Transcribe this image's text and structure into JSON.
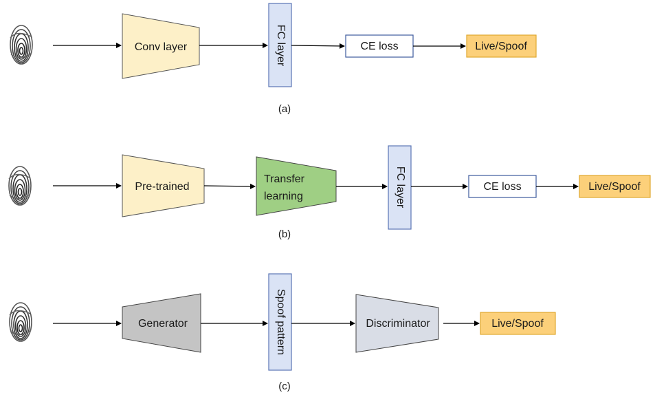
{
  "panels": [
    {
      "caption": "(a)",
      "trapezoid": {
        "label": "Conv layer",
        "fill": "#fdf0c8"
      },
      "fc_layer": "FC layer",
      "loss": "CE loss",
      "output": "Live/Spoof"
    },
    {
      "caption": "(b)",
      "trapezoid1": {
        "label": "Pre-trained",
        "fill": "#fdf0c8"
      },
      "trapezoid2": {
        "label_line1": "Transfer",
        "label_line2": "learning",
        "fill": "#9fcf84"
      },
      "fc_layer": "FC layer",
      "loss": "CE loss",
      "output": "Live/Spoof"
    },
    {
      "caption": "(c)",
      "generator": {
        "label": "Generator",
        "fill": "#c4c4c4"
      },
      "pattern": "Spoof pattern",
      "discriminator": {
        "label": "Discriminator",
        "fill": "#d9dde6"
      },
      "output": "Live/Spoof"
    }
  ],
  "colors": {
    "fc_fill": "#dae3f5",
    "fc_stroke": "#5a74b3",
    "loss_stroke": "#3d5a9c",
    "output_fill": "#fcd07a",
    "output_stroke": "#e0a830",
    "arrow": "#000000"
  },
  "icons": [
    "fingerprint-icon"
  ]
}
